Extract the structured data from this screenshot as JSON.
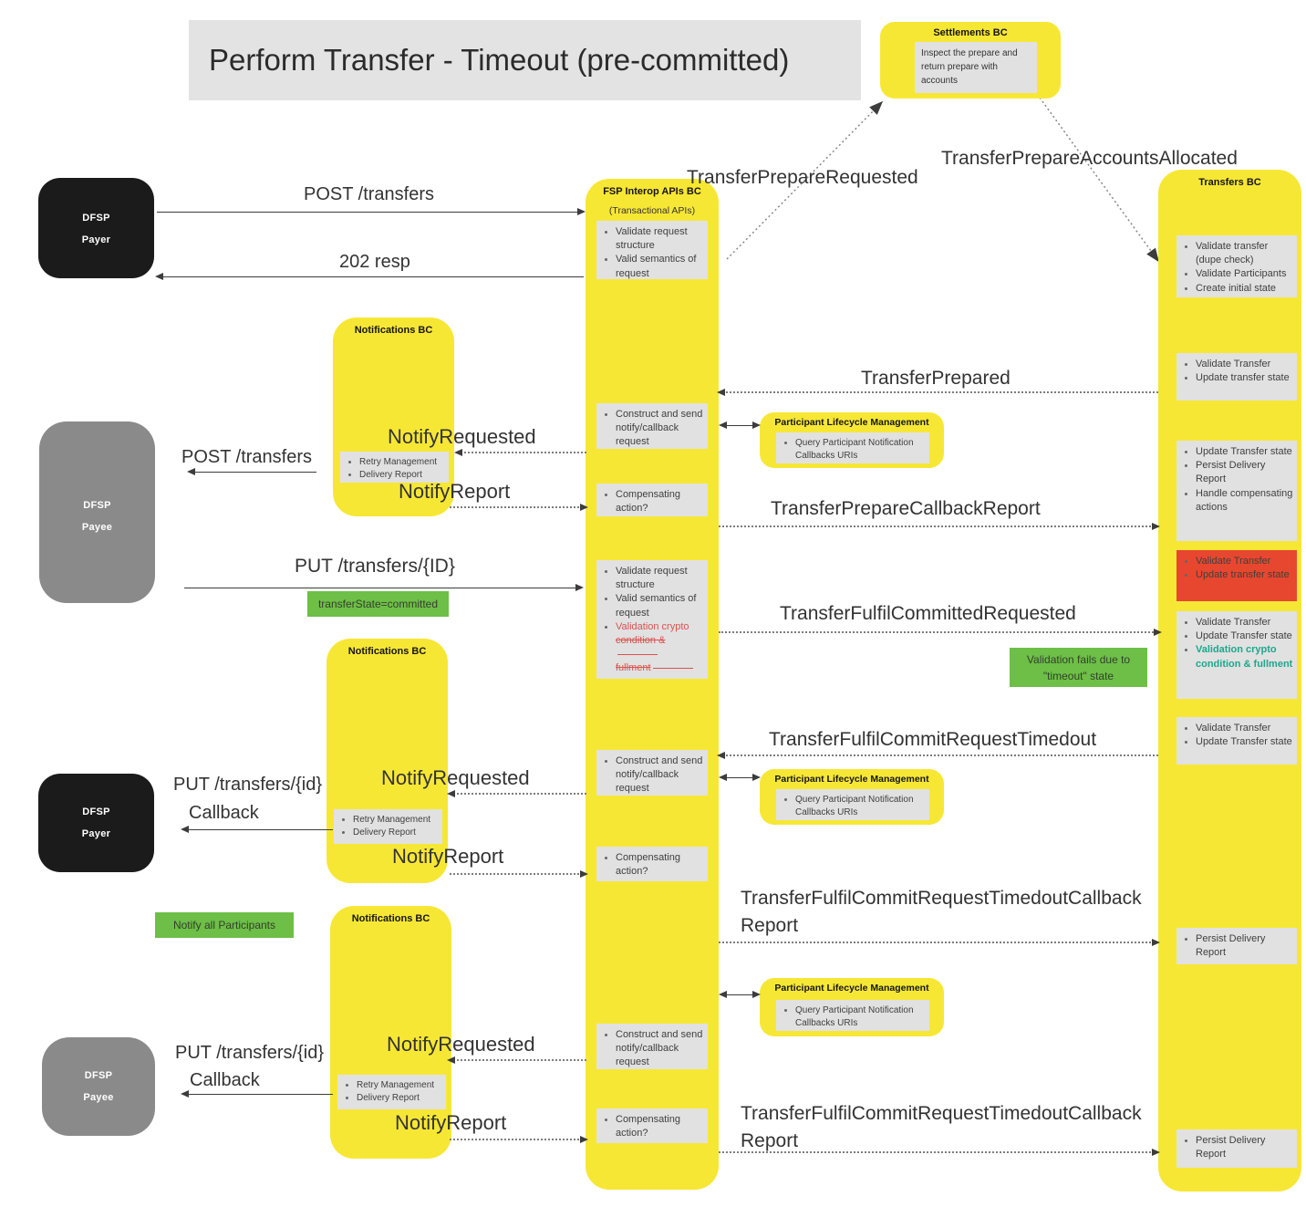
{
  "page_title": "Perform Transfer - Timeout (pre-committed)",
  "actors": {
    "dfsp": "DFSP",
    "payer": "Payer",
    "payee": "Payee"
  },
  "settlements": {
    "title": "Settlements BC",
    "note": "Inspect the prepare and return prepare with accounts"
  },
  "interop": {
    "title": "FSP Interop APIs BC",
    "subtitle": "(Transactional APIs)",
    "validate_items": [
      "Validate request structure",
      "Valid semantics of request"
    ],
    "crypto_lines": [
      "Validation crypto",
      "condition &",
      "fullment"
    ],
    "construct_item": "Construct and send notify/callback request",
    "compensating_item": "Compensating action?"
  },
  "transfers": {
    "title": "Transfers BC",
    "initial_items": [
      "Validate transfer (dupe check)",
      "Validate Participants",
      "Create initial state"
    ],
    "validate_update_items": [
      "Validate Transfer",
      "Update transfer state"
    ],
    "update_persist_items": [
      "Update Transfer state",
      "Persist Delivery Report",
      "Handle compensating actions"
    ],
    "failed_items": [
      "Validate Transfer",
      "Update transfer state"
    ],
    "crypto_items": [
      "Validate Transfer",
      "Update Transfer state"
    ],
    "crypto_highlight": "Validation crypto condition & fullment",
    "timedout_items": [
      "Validate Transfer",
      "Update Transfer state"
    ],
    "persist_item": "Persist Delivery Report"
  },
  "notifications": {
    "title": "Notifications BC",
    "items": [
      "Retry Management",
      "Delivery Report"
    ]
  },
  "plm": {
    "title": "Participant Lifecycle Management",
    "item": "Query Participant Notification Callbacks URIs"
  },
  "messages": {
    "post_transfers": "POST /transfers",
    "resp_202": "202 resp",
    "transfer_prepare_requested": "TransferPrepareRequested",
    "transfer_prepare_accounts_allocated": "TransferPrepareAccountsAllocated",
    "transfer_prepared": "TransferPrepared",
    "notify_requested": "NotifyRequested",
    "notify_report": "NotifyReport",
    "transfer_prepare_callback_report": "TransferPrepareCallbackReport",
    "put_transfers_id_upper": "PUT /transfers/{ID}",
    "put_transfers_id": "PUT /transfers/{id}",
    "callback": "Callback",
    "transfer_fulfil_committed_requested": "TransferFulfilCommittedRequested",
    "transfer_fulfil_commit_request_timedout": "TransferFulfilCommitRequestTimedout",
    "transfer_fulfil_commit_request_timedout_callback_report": "TransferFulfilCommitRequestTimedoutCallbackReport"
  },
  "annotations": {
    "transfer_state_committed": "transferState=committed",
    "validation_fails_line1": "Validation fails due to",
    "validation_fails_line2": "\"timeout\" state",
    "notify_all_participants": "Notify all Participants"
  },
  "colors": {
    "bc_yellow": "#f7e735",
    "task_gray": "#e1e1e1",
    "error_red": "#e8472f",
    "highlight_teal": "#1ba88d",
    "note_green": "#6dbf47",
    "struck_red": "#d9534f",
    "actor_black": "#1b1b1b",
    "actor_gray": "#8a8a8a"
  }
}
